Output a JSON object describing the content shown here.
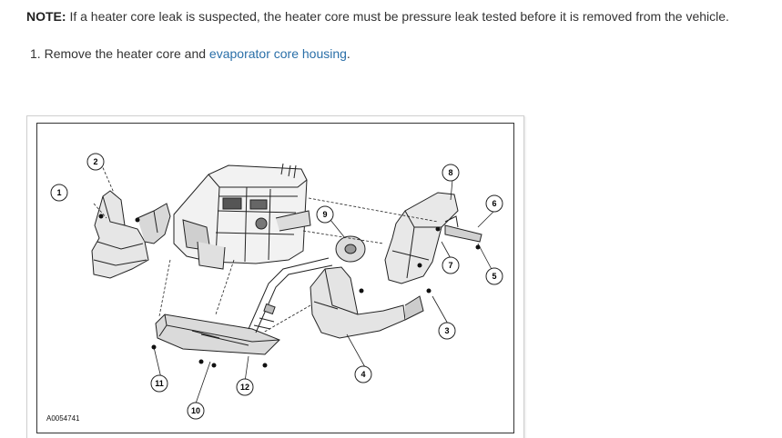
{
  "note": {
    "label": "NOTE:",
    "text": " If a heater core leak is suspected, the heater core must be pressure leak tested before it is removed from the vehicle."
  },
  "steps": [
    {
      "number": "1.",
      "text_before": " Remove the heater core and ",
      "link_text": "evaporator core housing",
      "text_after": "."
    }
  ],
  "figure": {
    "id": "A0054741",
    "callouts": [
      "1",
      "2",
      "3",
      "4",
      "5",
      "6",
      "7",
      "8",
      "9",
      "10",
      "11",
      "12"
    ]
  },
  "colors": {
    "link": "#2a6fa8",
    "text": "#333333"
  }
}
